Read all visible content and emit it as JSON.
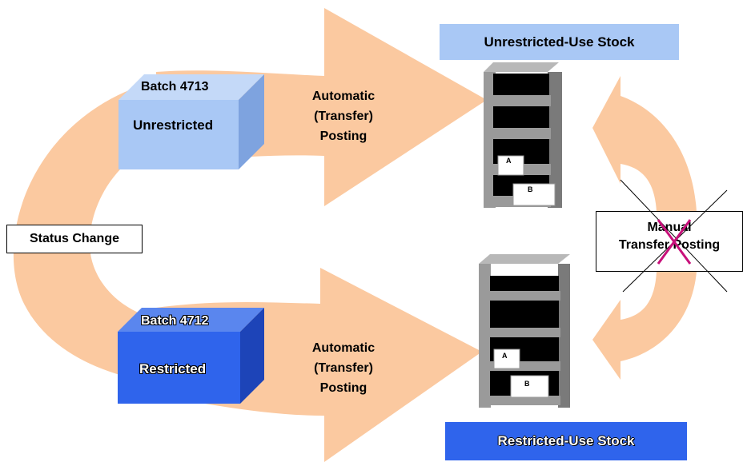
{
  "batch_unrestricted": {
    "title": "Batch 4713",
    "status": "Unrestricted"
  },
  "batch_restricted": {
    "title": "Batch 4712",
    "status": "Restricted"
  },
  "posting_top": {
    "line1": "Automatic",
    "line2": "(Transfer)",
    "line3": "Posting"
  },
  "posting_bottom": {
    "line1": "Automatic",
    "line2": "(Transfer)",
    "line3": "Posting"
  },
  "stock_unrestricted": "Unrestricted-Use Stock",
  "stock_restricted": "Restricted-Use Stock",
  "status_change": "Status Change",
  "manual_posting": {
    "line1": "Manual",
    "line2": "Transfer Posting"
  },
  "shelf_boxes": {
    "a": "A",
    "b": "B"
  },
  "colors": {
    "arrow": "#fbc9a0",
    "unrestricted_fill": "#a9c8f5",
    "restricted_fill": "#2f64ec",
    "cross": "#c8107a"
  }
}
